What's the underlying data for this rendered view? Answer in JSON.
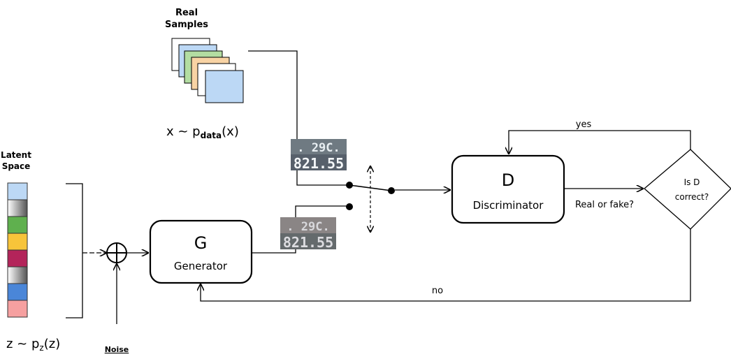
{
  "real_samples": {
    "title_line1": "Real",
    "title_line2": "Samples",
    "formula_x": "x ~ p",
    "formula_sub": "data",
    "formula_tail": "(x)",
    "card_colors": [
      "#bcd8f5",
      "#d7d7d7",
      "#b3dda2",
      "#f8d3a4",
      "#ffffff",
      "#bcd8f5"
    ]
  },
  "latent": {
    "title_line1": "Latent",
    "title_line2": "Space",
    "formula_z": "z ~ p",
    "formula_sub": "z",
    "formula_tail": "(z)",
    "cell_colors": [
      "#bcd8f5",
      "#8f8f8f",
      "#5fb04e",
      "#f7c43a",
      "#b3245a",
      "#9a9a9a",
      "#4a86d8",
      "#f6a0a0"
    ]
  },
  "noise": {
    "label": "Noise"
  },
  "generator": {
    "letter": "G",
    "name": "Generator"
  },
  "discriminator": {
    "letter": "D",
    "name": "Discriminator"
  },
  "decision": {
    "line1": "Is D",
    "line2": "correct?"
  },
  "labels": {
    "real_or_fake": "Real or fake?",
    "yes": "yes",
    "no": "no"
  },
  "samples": {
    "real": {
      "line1": ". 29C.",
      "line2": "821.55"
    },
    "fake": {
      "line1": ". 29C.",
      "line2": "821.55"
    }
  }
}
